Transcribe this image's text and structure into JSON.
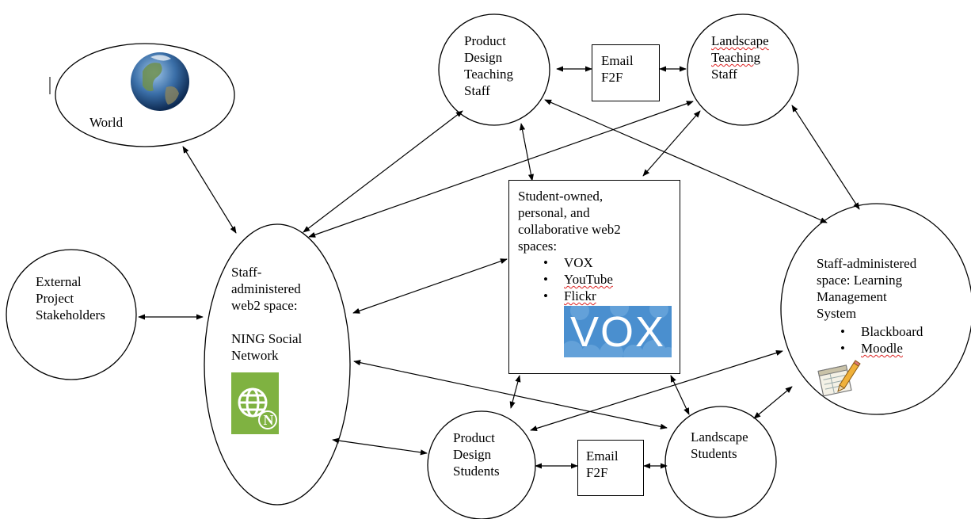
{
  "nodes": {
    "world": "World",
    "external": "External\nProject\nStakeholders",
    "ning": "Staff-\nadministered\nweb2 space:\n\nNING Social\nNetwork",
    "pd_staff": "Product\nDesign\nTeaching\nStaff",
    "land_staff_1": "Landscape",
    "land_staff_2": "Teaching",
    "land_staff_3": "Staff",
    "student_spaces": "Student-owned,\npersonal, and\ncollaborative web2\nspaces:",
    "lms": "Staff-administered\nspace: Learning\nManagement\nSystem",
    "pd_students": "Product\nDesign\nStudents",
    "land_students": "Landscape\nStudents"
  },
  "student_spaces_items": [
    "VOX",
    "YouTube",
    "Flickr"
  ],
  "lms_items": [
    "Blackboard",
    "Moodle"
  ],
  "email_top": "Email\nF2F",
  "email_bottom": "Email\nF2F",
  "vox_logo_text": "VOX",
  "ning_logo_letter": "N",
  "colors": {
    "ning_green": "#7fb241",
    "vox_blue": "#4a8fcf"
  }
}
